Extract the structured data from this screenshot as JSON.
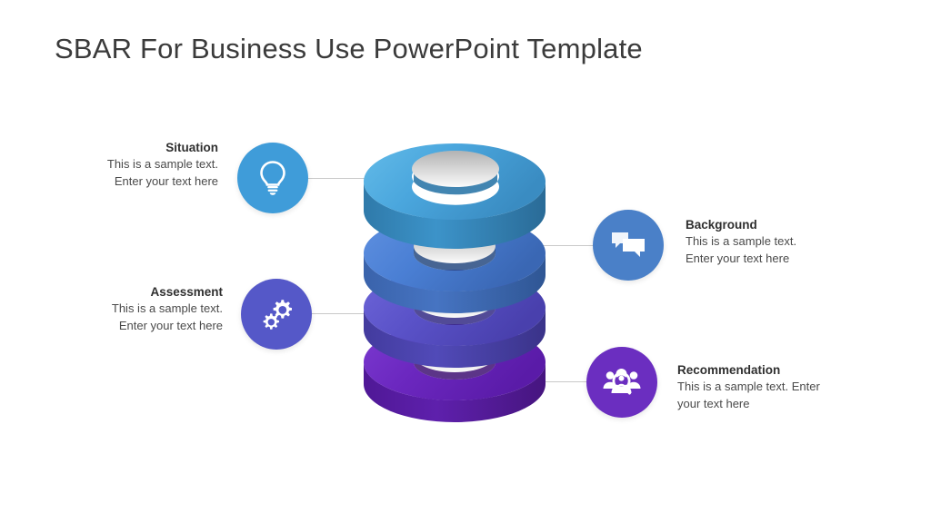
{
  "slide": {
    "title": "SBAR For Business Use PowerPoint Template",
    "background_color": "#ffffff"
  },
  "palette": {
    "ring_1": "#4aa6dd",
    "ring_2": "#4a7fd4",
    "ring_3": "#5a52c8",
    "ring_4": "#6b27bf",
    "connector": "#c9c9c9",
    "title_text": "#3b3b3b",
    "label_title_text": "#2f2f2f",
    "label_body_text": "#4a4a4a"
  },
  "items": [
    {
      "id": "situation",
      "title": "Situation",
      "body_line_1": "This is a sample text.",
      "body_line_2": "Enter your text here",
      "icon": "lightbulb-icon",
      "color": "#3f9cd9",
      "side": "left"
    },
    {
      "id": "background",
      "title": "Background",
      "body_line_1": "This is a sample text.",
      "body_line_2": "Enter your text here",
      "icon": "chat-bubbles-icon",
      "color": "#4a80c8",
      "side": "right"
    },
    {
      "id": "assessment",
      "title": "Assessment",
      "body_line_1": "This is a sample text.",
      "body_line_2": "Enter your text here",
      "icon": "gears-icon",
      "color": "#5558c8",
      "side": "left"
    },
    {
      "id": "recommendation",
      "title": "Recommendation",
      "body_line_1": "This is a sample text. Enter",
      "body_line_2": "your text here",
      "icon": "team-search-icon",
      "color": "#6b2ec0",
      "side": "right"
    }
  ],
  "diagram": {
    "type": "stacked-rings",
    "ring_count": 4,
    "ring_colors": [
      "#4aa6dd",
      "#4a7fd4",
      "#5a52c8",
      "#6b27bf"
    ]
  }
}
